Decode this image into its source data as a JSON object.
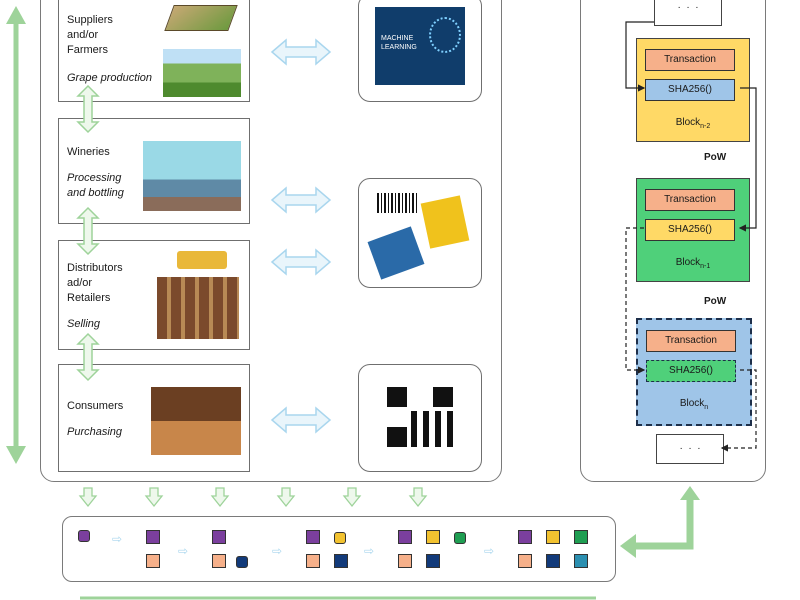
{
  "stages": [
    {
      "id": "suppliers",
      "name": "Suppliers\nand/or\nFarmers",
      "activity": "Grape production"
    },
    {
      "id": "wineries",
      "name": "Wineries",
      "activity": "Processing\nand bottling"
    },
    {
      "id": "distributors",
      "name": "Distributors\nad/or\nRetailers",
      "activity": "Selling"
    },
    {
      "id": "consumers",
      "name": "Consumers",
      "activity": "Purchasing"
    }
  ],
  "ml_box": {
    "line1": "MACHINE",
    "line2": "LEARNING"
  },
  "blockchain": {
    "tx_label": "Transaction",
    "hash_label": "SHA256()",
    "pow_label": "PoW",
    "blocks": [
      {
        "label": "Block",
        "sub": "n-2",
        "fill": "#ffd966",
        "hash_fill": "#9fc5e8"
      },
      {
        "label": "Block",
        "sub": "n-1",
        "fill": "#4fd07a",
        "hash_fill": "#ffd966"
      },
      {
        "label": "Block",
        "sub": "n",
        "fill": "#9fc5e8",
        "hash_fill": "#4fd07a"
      }
    ]
  },
  "colors": {
    "arrow_green": "#9ed39a",
    "arrow_blue": "#a9d6ee",
    "purple": "#7b3f9e",
    "peach": "#f6b08a",
    "navy": "#123a7a",
    "gold": "#f2c230",
    "green": "#1f9e52",
    "teal": "#2b8fb0"
  }
}
